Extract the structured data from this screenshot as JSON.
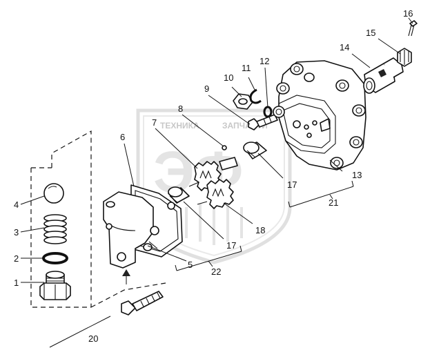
{
  "watermark": {
    "text_left": "ТЕХНИКА",
    "text_right": "ЗАПЧАСТИ",
    "logo_text": "ЭФ"
  },
  "callouts": [
    {
      "id": "c1",
      "label": "1"
    },
    {
      "id": "c2",
      "label": "2"
    },
    {
      "id": "c3",
      "label": "3"
    },
    {
      "id": "c4",
      "label": "4"
    },
    {
      "id": "c5",
      "label": "5"
    },
    {
      "id": "c6",
      "label": "6"
    },
    {
      "id": "c7",
      "label": "7"
    },
    {
      "id": "c8",
      "label": "8"
    },
    {
      "id": "c9",
      "label": "9"
    },
    {
      "id": "c10",
      "label": "10"
    },
    {
      "id": "c11",
      "label": "11"
    },
    {
      "id": "c12",
      "label": "12"
    },
    {
      "id": "c13",
      "label": "13"
    },
    {
      "id": "c14",
      "label": "14"
    },
    {
      "id": "c15",
      "label": "15"
    },
    {
      "id": "c16",
      "label": "16"
    },
    {
      "id": "c17a",
      "label": "17"
    },
    {
      "id": "c17b",
      "label": "17"
    },
    {
      "id": "c18",
      "label": "18"
    },
    {
      "id": "c20",
      "label": "20"
    },
    {
      "id": "c21",
      "label": "21"
    },
    {
      "id": "c22",
      "label": "22"
    }
  ]
}
